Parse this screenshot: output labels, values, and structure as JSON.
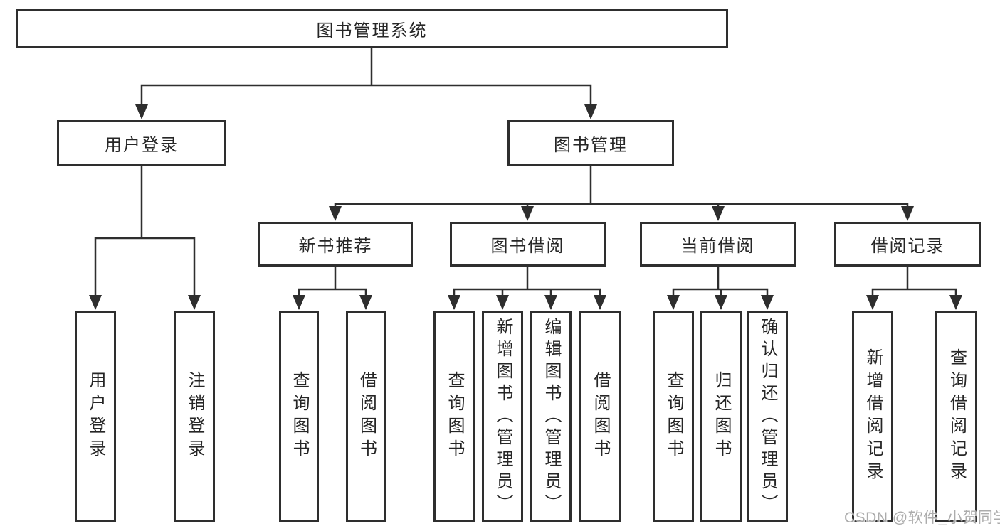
{
  "diagram_title": "图书管理系统",
  "tree": {
    "label": "图书管理系统",
    "children": [
      {
        "label": "用户登录",
        "children": [
          {
            "label": "用户登录"
          },
          {
            "label": "注销登录"
          }
        ]
      },
      {
        "label": "图书管理",
        "children": [
          {
            "label": "新书推荐",
            "children": [
              {
                "label": "查询图书"
              },
              {
                "label": "借阅图书"
              }
            ]
          },
          {
            "label": "图书借阅",
            "children": [
              {
                "label": "查询图书"
              },
              {
                "label": "新增图书（管理员）"
              },
              {
                "label": "编辑图书（管理员）"
              },
              {
                "label": "借阅图书"
              }
            ]
          },
          {
            "label": "当前借阅",
            "children": [
              {
                "label": "查询图书"
              },
              {
                "label": "归还图书"
              },
              {
                "label": "确认归还（管理员）"
              }
            ]
          },
          {
            "label": "借阅记录",
            "children": [
              {
                "label": "新增借阅记录"
              },
              {
                "label": "查询借阅记录"
              }
            ]
          }
        ]
      }
    ]
  },
  "watermark": {
    "text": "CSDN @软件_小贺同学"
  },
  "colors": {
    "line": "#2e2e2e",
    "text": "#262626",
    "background": "#ffffff",
    "watermark": "#a8a8a8"
  }
}
